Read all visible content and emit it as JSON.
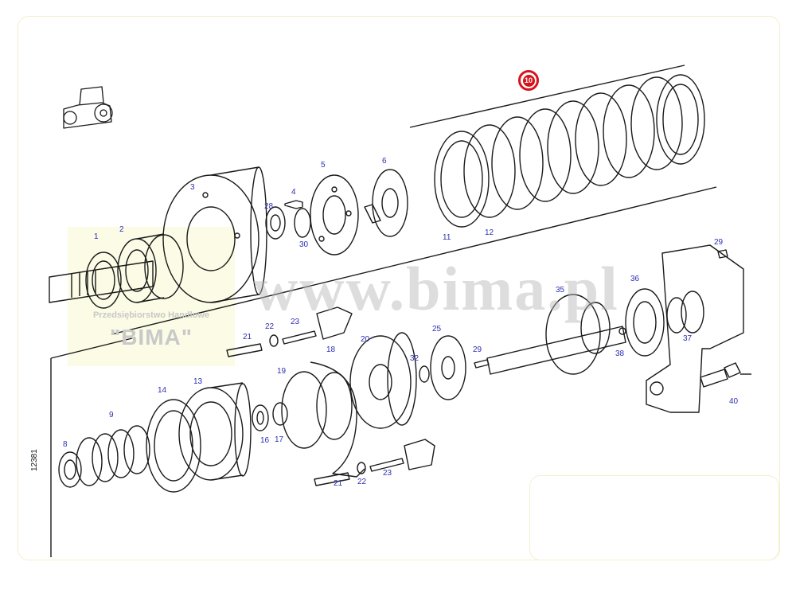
{
  "watermark": {
    "company": "Przedsiębiorstwo Handlowe",
    "brand": "\"BIMA\"",
    "url": "www.bima.pl"
  },
  "highlight_label": "10",
  "drawing_code": "12381",
  "callouts": {
    "c1": "1",
    "c2": "2",
    "c3": "3",
    "c4": "4",
    "c5": "5",
    "c6": "6",
    "c8": "8",
    "c9": "9",
    "c11": "11",
    "c12": "12",
    "c13": "13",
    "c14": "14",
    "c16": "16",
    "c17": "17",
    "c18": "18",
    "c19": "19",
    "c20": "20",
    "c21a": "21",
    "c21b": "21",
    "c22a": "22",
    "c22b": "22",
    "c23a": "23",
    "c23b": "23",
    "c25": "25",
    "c28": "28",
    "c29a": "29",
    "c29b": "29",
    "c30": "30",
    "c32": "32",
    "c35": "35",
    "c36": "36",
    "c37": "37",
    "c38": "38",
    "c40": "40"
  },
  "colors": {
    "callout": "#2b2fb3",
    "highlight": "#d6131a",
    "frame": "#f3f0cf"
  }
}
